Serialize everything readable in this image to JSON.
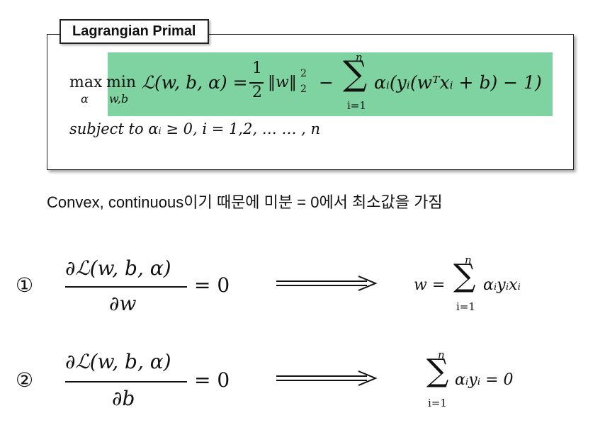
{
  "box": {
    "title": "Lagrangian Primal"
  },
  "primal": {
    "max": "max",
    "max_sub": "α",
    "min": "min",
    "min_sub": "w,b",
    "lhs": "ℒ(w, b, α) =",
    "half_num": "1",
    "half_den": "2",
    "norm": "‖w‖",
    "norm_sup": "2",
    "norm_sub": "2",
    "minus": "−",
    "sum_sign": "∑",
    "sum_top": "n",
    "sum_bottom": "i=1",
    "term": "αᵢ(yᵢ(wᵀxᵢ + b) − 1)"
  },
  "subject": "subject to αᵢ ≥ 0, i = 1,2, … … , n",
  "note": "Convex, continuous이기 때문에 미분 = 0에서 최소값을 가짐",
  "eq1": {
    "marker": "①",
    "numerator": "∂ℒ(w, b, α)",
    "denominator": "∂w",
    "equals_zero": "= 0",
    "result_lhs": "w =",
    "sum_top": "n",
    "sum_bottom": "i=1",
    "sum_sign": "∑",
    "result_term": "αᵢyᵢxᵢ"
  },
  "eq2": {
    "marker": "②",
    "numerator": "∂ℒ(w, b, α)",
    "denominator": "∂b",
    "equals_zero": "= 0",
    "sum_top": "n",
    "sum_bottom": "i=1",
    "sum_sign": "∑",
    "result_term": "αᵢyᵢ = 0"
  }
}
